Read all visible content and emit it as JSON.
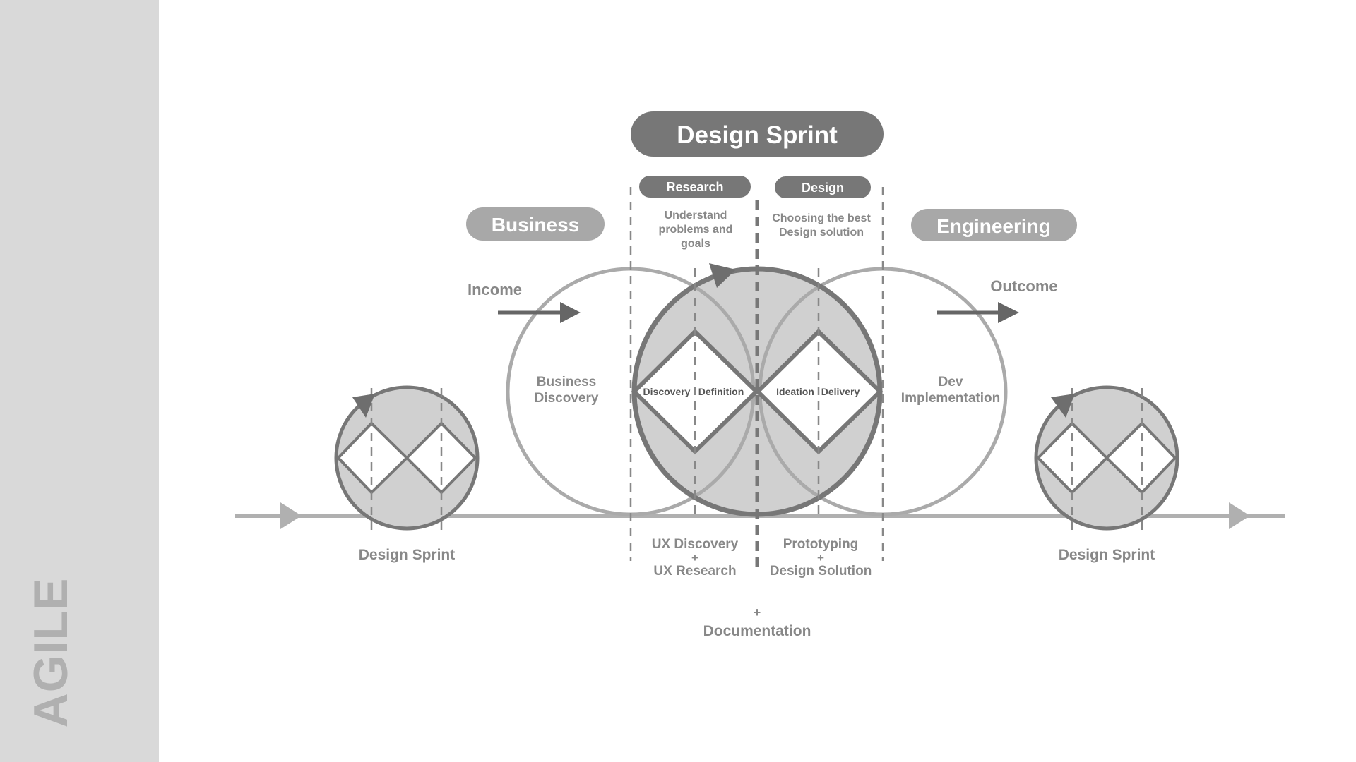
{
  "sidebar": {
    "title": "AGILE"
  },
  "header": {
    "title": "Design Sprint"
  },
  "phases": {
    "research": {
      "label": "Research",
      "description": [
        "Understand",
        "problems and",
        "goals"
      ]
    },
    "design": {
      "label": "Design",
      "description": [
        "Choosing the best",
        "Design solution"
      ]
    }
  },
  "sides": {
    "business": {
      "label": "Business",
      "flow_label": "Income",
      "circle_label": [
        "Business",
        "Discovery"
      ]
    },
    "engineering": {
      "label": "Engineering",
      "flow_label": "Outcome",
      "circle_label": [
        "Dev",
        "Implementation"
      ]
    }
  },
  "diamonds": {
    "first": {
      "left": "Discovery",
      "right": "Definition"
    },
    "second": {
      "left": "Ideation",
      "right": "Delivery"
    }
  },
  "outputs": {
    "research": [
      "UX Discovery",
      "+",
      "UX Research"
    ],
    "design": [
      "Prototyping",
      "+",
      "Design Solution"
    ],
    "shared": [
      "+",
      "Documentation"
    ]
  },
  "mini_sprints": {
    "left": {
      "label": "Design Sprint"
    },
    "right": {
      "label": "Design Sprint"
    }
  },
  "colors": {
    "sidebar_bg": "#d9d9d9",
    "sidebar_text": "#b0b0b0",
    "dark": "#777777",
    "light": "#aaaaaa",
    "fill": "#d0d0d0",
    "pill_light": "#a8a8a8"
  }
}
